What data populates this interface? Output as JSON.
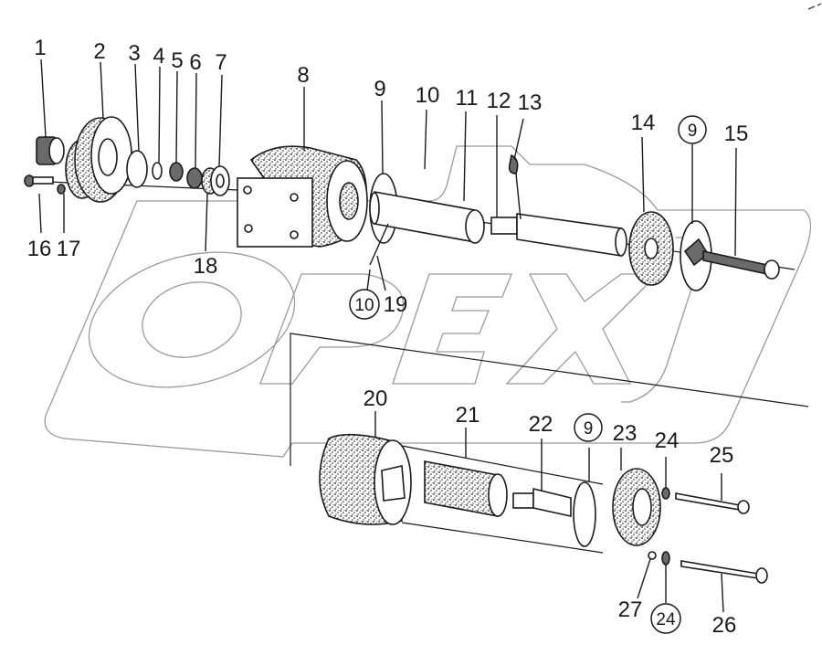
{
  "diagram": {
    "type": "exploded-parts-view",
    "watermark": "OPEX",
    "colors": {
      "ink": "#1a1a1a",
      "watermark": "#9a9a9a",
      "background": "#ffffff"
    },
    "labels": [
      {
        "id": "1",
        "text": "1",
        "circled": false
      },
      {
        "id": "2",
        "text": "2",
        "circled": false
      },
      {
        "id": "3",
        "text": "3",
        "circled": false
      },
      {
        "id": "4",
        "text": "4",
        "circled": false
      },
      {
        "id": "5",
        "text": "5",
        "circled": false
      },
      {
        "id": "6",
        "text": "6",
        "circled": false
      },
      {
        "id": "7",
        "text": "7",
        "circled": false
      },
      {
        "id": "8",
        "text": "8",
        "circled": false
      },
      {
        "id": "9a",
        "text": "9",
        "circled": false
      },
      {
        "id": "10a",
        "text": "10",
        "circled": false
      },
      {
        "id": "11",
        "text": "11",
        "circled": false
      },
      {
        "id": "12",
        "text": "12",
        "circled": false
      },
      {
        "id": "13",
        "text": "13",
        "circled": false
      },
      {
        "id": "14",
        "text": "14",
        "circled": false
      },
      {
        "id": "9b",
        "text": "9",
        "circled": true
      },
      {
        "id": "15",
        "text": "15",
        "circled": false
      },
      {
        "id": "16",
        "text": "16",
        "circled": false
      },
      {
        "id": "17",
        "text": "17",
        "circled": false
      },
      {
        "id": "18",
        "text": "18",
        "circled": false
      },
      {
        "id": "10b",
        "text": "10",
        "circled": true
      },
      {
        "id": "19",
        "text": "19",
        "circled": false
      },
      {
        "id": "20",
        "text": "20",
        "circled": false
      },
      {
        "id": "21",
        "text": "21",
        "circled": false
      },
      {
        "id": "22",
        "text": "22",
        "circled": false
      },
      {
        "id": "9c",
        "text": "9",
        "circled": true
      },
      {
        "id": "23",
        "text": "23",
        "circled": false
      },
      {
        "id": "24a",
        "text": "24",
        "circled": false
      },
      {
        "id": "25",
        "text": "25",
        "circled": false
      },
      {
        "id": "27",
        "text": "27",
        "circled": false
      },
      {
        "id": "24b",
        "text": "24",
        "circled": true
      },
      {
        "id": "26",
        "text": "26",
        "circled": false
      }
    ]
  }
}
